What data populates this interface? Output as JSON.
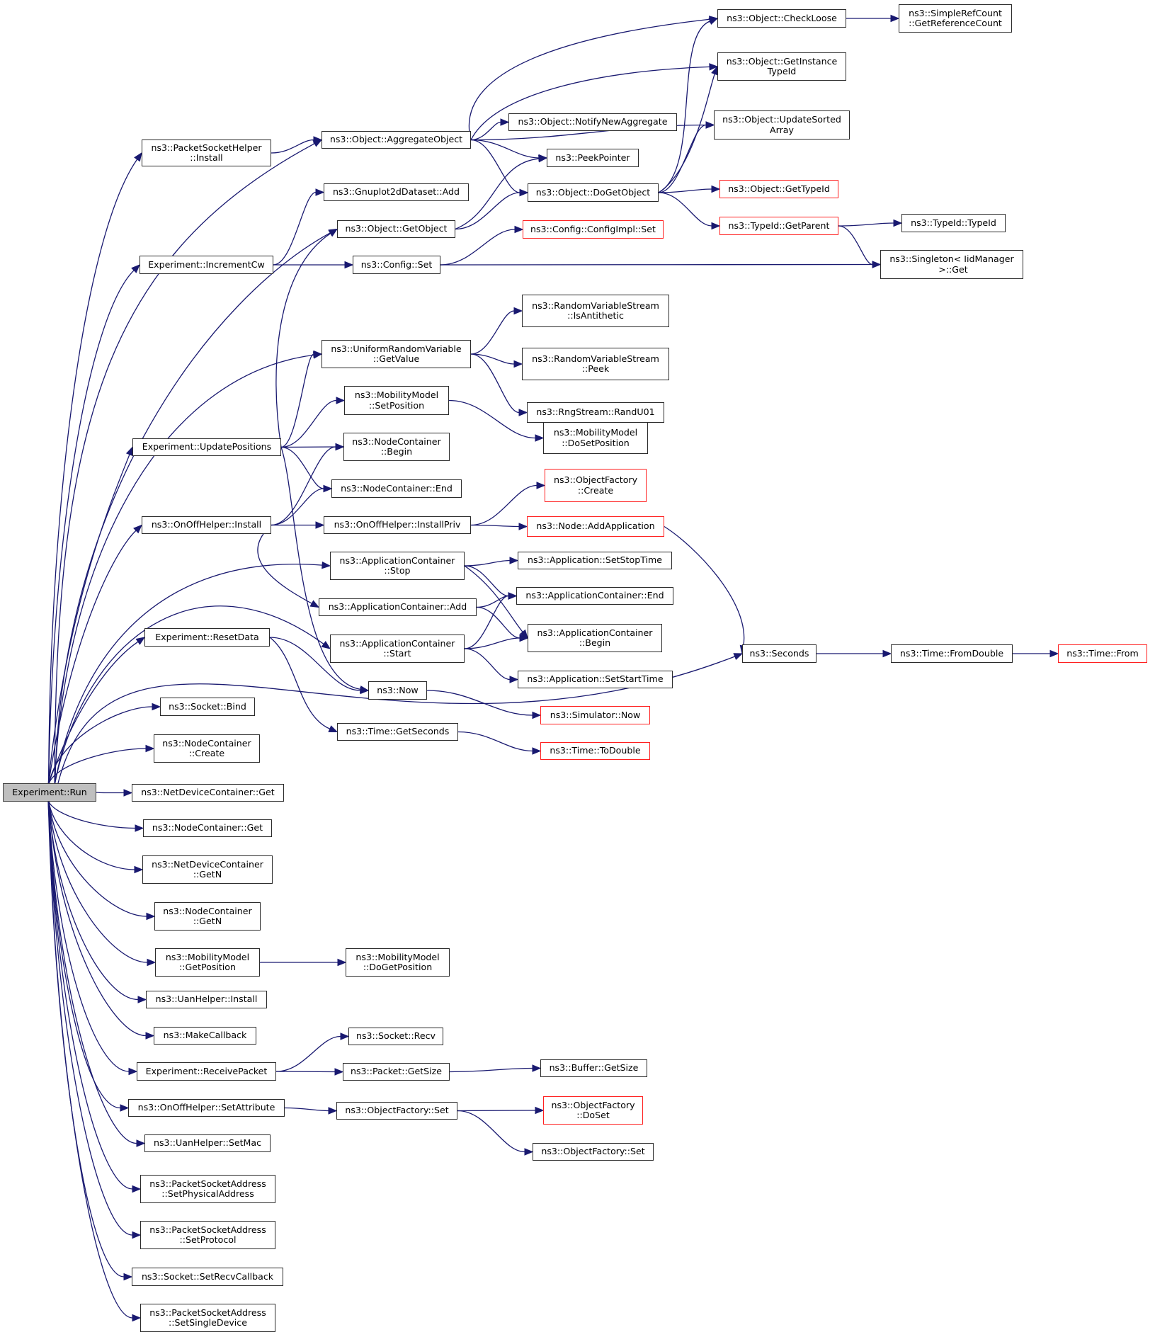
{
  "diagram": {
    "type": "call-graph",
    "root": "run",
    "colors": {
      "edge": "#191970",
      "root_fill": "#bfbfbf",
      "external_border": "#ff0000",
      "node_border": "#000000"
    },
    "nodes": [
      {
        "id": "run",
        "label": "Experiment::Run",
        "kind": "root"
      },
      {
        "id": "psh_install",
        "label": "ns3::PacketSocketHelper\n::Install"
      },
      {
        "id": "aggregate",
        "label": "ns3::Object::AggregateObject"
      },
      {
        "id": "gnuplot_add",
        "label": "ns3::Gnuplot2dDataset::Add"
      },
      {
        "id": "getobject",
        "label": "ns3::Object::GetObject"
      },
      {
        "id": "incrementcw",
        "label": "Experiment::IncrementCw"
      },
      {
        "id": "config_set",
        "label": "ns3::Config::Set"
      },
      {
        "id": "notify",
        "label": "ns3::Object::NotifyNewAggregate"
      },
      {
        "id": "peekpointer",
        "label": "ns3::PeekPointer"
      },
      {
        "id": "dogetobject",
        "label": "ns3::Object::DoGetObject"
      },
      {
        "id": "configimpl_set",
        "label": "ns3::Config::ConfigImpl::Set",
        "kind": "external"
      },
      {
        "id": "checkloose",
        "label": "ns3::Object::CheckLoose"
      },
      {
        "id": "getinstancetypeid",
        "label": "ns3::Object::GetInstance\nTypeId"
      },
      {
        "id": "updatesorted",
        "label": "ns3::Object::UpdateSorted\nArray"
      },
      {
        "id": "gettypeid",
        "label": "ns3::Object::GetTypeId",
        "kind": "external"
      },
      {
        "id": "getparent",
        "label": "ns3::TypeId::GetParent",
        "kind": "external"
      },
      {
        "id": "refcount",
        "label": "ns3::SimpleRefCount\n::GetReferenceCount"
      },
      {
        "id": "typeid_typeid",
        "label": "ns3::TypeId::TypeId"
      },
      {
        "id": "singleton",
        "label": "ns3::Singleton< IidManager\n >::Get"
      },
      {
        "id": "urv_getvalue",
        "label": "ns3::UniformRandomVariable\n::GetValue"
      },
      {
        "id": "isantithetic",
        "label": "ns3::RandomVariableStream\n::IsAntithetic"
      },
      {
        "id": "peek",
        "label": "ns3::RandomVariableStream\n::Peek"
      },
      {
        "id": "randu01",
        "label": "ns3::RngStream::RandU01"
      },
      {
        "id": "setposition",
        "label": "ns3::MobilityModel\n::SetPosition"
      },
      {
        "id": "dosetposition",
        "label": "ns3::MobilityModel\n::DoSetPosition"
      },
      {
        "id": "updatepositions",
        "label": "Experiment::UpdatePositions"
      },
      {
        "id": "nc_begin",
        "label": "ns3::NodeContainer\n::Begin"
      },
      {
        "id": "nc_end",
        "label": "ns3::NodeContainer::End"
      },
      {
        "id": "of_create",
        "label": "ns3::ObjectFactory\n::Create",
        "kind": "external"
      },
      {
        "id": "onoff_install",
        "label": "ns3::OnOffHelper::Install"
      },
      {
        "id": "onoff_installpriv",
        "label": "ns3::OnOffHelper::InstallPriv"
      },
      {
        "id": "addapplication",
        "label": "ns3::Node::AddApplication",
        "kind": "external"
      },
      {
        "id": "ac_stop",
        "label": "ns3::ApplicationContainer\n::Stop"
      },
      {
        "id": "setstoptime",
        "label": "ns3::Application::SetStopTime"
      },
      {
        "id": "ac_add",
        "label": "ns3::ApplicationContainer::Add"
      },
      {
        "id": "ac_end",
        "label": "ns3::ApplicationContainer::End"
      },
      {
        "id": "ac_start",
        "label": "ns3::ApplicationContainer\n::Start"
      },
      {
        "id": "ac_begin",
        "label": "ns3::ApplicationContainer\n::Begin"
      },
      {
        "id": "setstarttime",
        "label": "ns3::Application::SetStartTime"
      },
      {
        "id": "resetdata",
        "label": "Experiment::ResetData"
      },
      {
        "id": "now",
        "label": "ns3::Now"
      },
      {
        "id": "sim_now",
        "label": "ns3::Simulator::Now",
        "kind": "external"
      },
      {
        "id": "getseconds",
        "label": "ns3::Time::GetSeconds"
      },
      {
        "id": "todouble",
        "label": "ns3::Time::ToDouble",
        "kind": "external"
      },
      {
        "id": "seconds",
        "label": "ns3::Seconds"
      },
      {
        "id": "fromdouble",
        "label": "ns3::Time::FromDouble"
      },
      {
        "id": "time_from",
        "label": "ns3::Time::From",
        "kind": "external"
      },
      {
        "id": "socket_bind",
        "label": "ns3::Socket::Bind"
      },
      {
        "id": "nc_create",
        "label": "ns3::NodeContainer\n::Create"
      },
      {
        "id": "ndc_get",
        "label": "ns3::NetDeviceContainer::Get"
      },
      {
        "id": "nc_get",
        "label": "ns3::NodeContainer::Get"
      },
      {
        "id": "ndc_getn",
        "label": "ns3::NetDeviceContainer\n::GetN"
      },
      {
        "id": "nc_getn",
        "label": "ns3::NodeContainer\n::GetN"
      },
      {
        "id": "getposition",
        "label": "ns3::MobilityModel\n::GetPosition"
      },
      {
        "id": "dogetposition",
        "label": "ns3::MobilityModel\n::DoGetPosition"
      },
      {
        "id": "uan_install",
        "label": "ns3::UanHelper::Install"
      },
      {
        "id": "makecallback",
        "label": "ns3::MakeCallback"
      },
      {
        "id": "socket_recv",
        "label": "ns3::Socket::Recv"
      },
      {
        "id": "receivepacket",
        "label": "Experiment::ReceivePacket"
      },
      {
        "id": "packet_getsize",
        "label": "ns3::Packet::GetSize"
      },
      {
        "id": "buffer_getsize",
        "label": "ns3::Buffer::GetSize"
      },
      {
        "id": "onoff_setattr",
        "label": "ns3::OnOffHelper::SetAttribute"
      },
      {
        "id": "of_set1",
        "label": "ns3::ObjectFactory::Set"
      },
      {
        "id": "of_doset",
        "label": "ns3::ObjectFactory\n::DoSet",
        "kind": "external"
      },
      {
        "id": "of_set2",
        "label": "ns3::ObjectFactory::Set"
      },
      {
        "id": "uan_setmac",
        "label": "ns3::UanHelper::SetMac"
      },
      {
        "id": "psa_setphys",
        "label": "ns3::PacketSocketAddress\n::SetPhysicalAddress"
      },
      {
        "id": "psa_setproto",
        "label": "ns3::PacketSocketAddress\n::SetProtocol"
      },
      {
        "id": "socket_setrecvcb",
        "label": "ns3::Socket::SetRecvCallback"
      },
      {
        "id": "psa_setsingle",
        "label": "ns3::PacketSocketAddress\n::SetSingleDevice"
      }
    ],
    "edges": [
      [
        "run",
        "psh_install"
      ],
      [
        "run",
        "aggregate"
      ],
      [
        "run",
        "getobject"
      ],
      [
        "run",
        "incrementcw"
      ],
      [
        "run",
        "urv_getvalue"
      ],
      [
        "run",
        "updatepositions"
      ],
      [
        "run",
        "onoff_install"
      ],
      [
        "run",
        "ac_stop"
      ],
      [
        "run",
        "ac_start"
      ],
      [
        "run",
        "resetdata"
      ],
      [
        "run",
        "seconds"
      ],
      [
        "run",
        "socket_bind"
      ],
      [
        "run",
        "nc_create"
      ],
      [
        "run",
        "ndc_get"
      ],
      [
        "run",
        "nc_get"
      ],
      [
        "run",
        "ndc_getn"
      ],
      [
        "run",
        "nc_getn"
      ],
      [
        "run",
        "getposition"
      ],
      [
        "run",
        "uan_install"
      ],
      [
        "run",
        "makecallback"
      ],
      [
        "run",
        "receivepacket"
      ],
      [
        "run",
        "onoff_setattr"
      ],
      [
        "run",
        "uan_setmac"
      ],
      [
        "run",
        "psa_setphys"
      ],
      [
        "run",
        "psa_setproto"
      ],
      [
        "run",
        "socket_setrecvcb"
      ],
      [
        "run",
        "psa_setsingle"
      ],
      [
        "psh_install",
        "aggregate"
      ],
      [
        "aggregate",
        "checkloose"
      ],
      [
        "aggregate",
        "getinstancetypeid"
      ],
      [
        "aggregate",
        "updatesorted"
      ],
      [
        "aggregate",
        "notify"
      ],
      [
        "aggregate",
        "peekpointer"
      ],
      [
        "aggregate",
        "dogetobject"
      ],
      [
        "getobject",
        "peekpointer"
      ],
      [
        "getobject",
        "dogetobject"
      ],
      [
        "incrementcw",
        "gnuplot_add"
      ],
      [
        "incrementcw",
        "config_set"
      ],
      [
        "config_set",
        "configimpl_set"
      ],
      [
        "config_set",
        "singleton"
      ],
      [
        "dogetobject",
        "checkloose"
      ],
      [
        "dogetobject",
        "getinstancetypeid"
      ],
      [
        "dogetobject",
        "updatesorted"
      ],
      [
        "dogetobject",
        "gettypeid"
      ],
      [
        "dogetobject",
        "getparent"
      ],
      [
        "checkloose",
        "refcount"
      ],
      [
        "getparent",
        "typeid_typeid"
      ],
      [
        "getparent",
        "singleton"
      ],
      [
        "urv_getvalue",
        "isantithetic"
      ],
      [
        "urv_getvalue",
        "peek"
      ],
      [
        "urv_getvalue",
        "randu01"
      ],
      [
        "updatepositions",
        "getobject"
      ],
      [
        "updatepositions",
        "urv_getvalue"
      ],
      [
        "updatepositions",
        "setposition"
      ],
      [
        "updatepositions",
        "nc_begin"
      ],
      [
        "updatepositions",
        "nc_end"
      ],
      [
        "updatepositions",
        "now"
      ],
      [
        "setposition",
        "dosetposition"
      ],
      [
        "onoff_install",
        "nc_begin"
      ],
      [
        "onoff_install",
        "nc_end"
      ],
      [
        "onoff_install",
        "onoff_installpriv"
      ],
      [
        "onoff_install",
        "ac_add"
      ],
      [
        "onoff_installpriv",
        "of_create"
      ],
      [
        "onoff_installpriv",
        "addapplication"
      ],
      [
        "addapplication",
        "seconds"
      ],
      [
        "ac_stop",
        "setstoptime"
      ],
      [
        "ac_stop",
        "ac_end"
      ],
      [
        "ac_stop",
        "ac_begin"
      ],
      [
        "ac_add",
        "ac_end"
      ],
      [
        "ac_add",
        "ac_begin"
      ],
      [
        "ac_start",
        "ac_end"
      ],
      [
        "ac_start",
        "ac_begin"
      ],
      [
        "ac_start",
        "setstarttime"
      ],
      [
        "resetdata",
        "now"
      ],
      [
        "resetdata",
        "getseconds"
      ],
      [
        "now",
        "sim_now"
      ],
      [
        "getseconds",
        "todouble"
      ],
      [
        "seconds",
        "fromdouble"
      ],
      [
        "fromdouble",
        "time_from"
      ],
      [
        "getposition",
        "dogetposition"
      ],
      [
        "receivepacket",
        "socket_recv"
      ],
      [
        "receivepacket",
        "packet_getsize"
      ],
      [
        "packet_getsize",
        "buffer_getsize"
      ],
      [
        "onoff_setattr",
        "of_set1"
      ],
      [
        "of_set1",
        "of_doset"
      ],
      [
        "of_set1",
        "of_set2"
      ]
    ]
  }
}
